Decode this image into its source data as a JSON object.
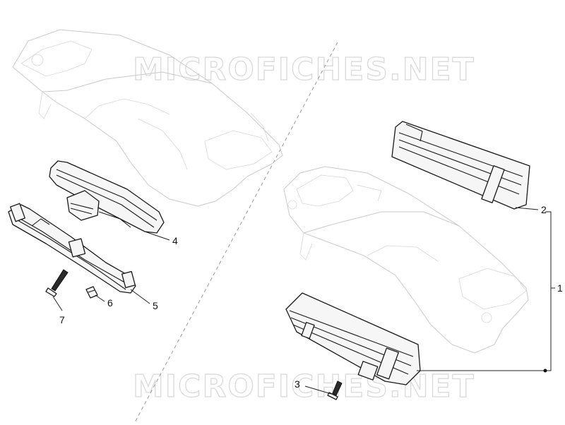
{
  "watermark": {
    "text": "MICROFICHES.NET"
  },
  "callouts": [
    {
      "id": "1",
      "label": "1"
    },
    {
      "id": "2",
      "label": "2"
    },
    {
      "id": "3",
      "label": "3"
    },
    {
      "id": "4",
      "label": "4"
    },
    {
      "id": "5",
      "label": "5"
    },
    {
      "id": "6",
      "label": "6"
    },
    {
      "id": "7",
      "label": "7"
    }
  ],
  "colors": {
    "background": "#ffffff",
    "line": "#1a1a1a",
    "ghost_line": "#c9c9c9",
    "watermark": "#d9d9d9"
  }
}
